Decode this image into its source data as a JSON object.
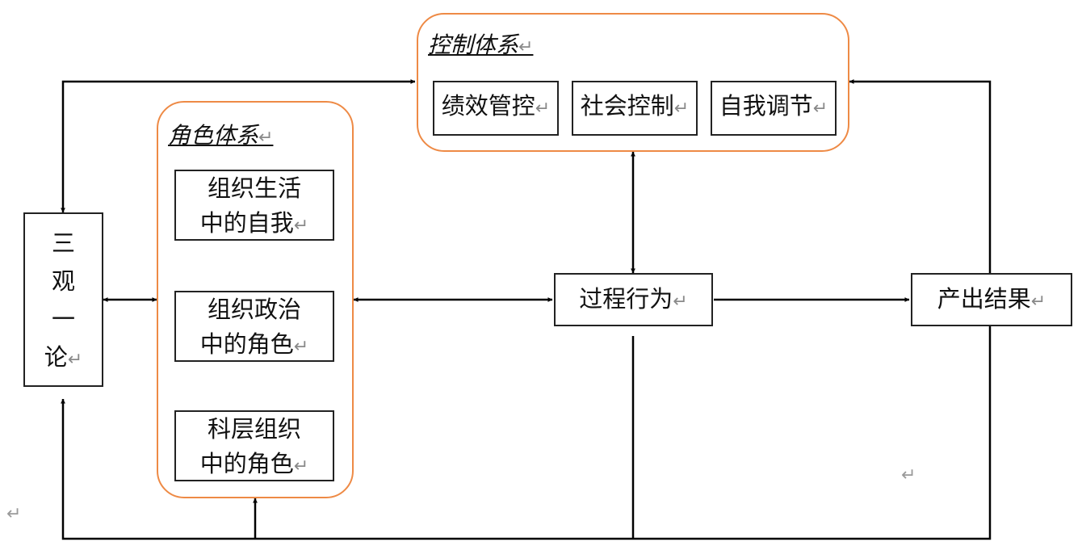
{
  "return_mark": "↵",
  "control_system": {
    "title": "控制体系",
    "items": [
      "绩效管控",
      "社会控制",
      "自我调节"
    ]
  },
  "role_system": {
    "title": "角色体系",
    "items": [
      {
        "line1": "组织生活",
        "line2": "中的自我"
      },
      {
        "line1": "组织政治",
        "line2": "中的角色"
      },
      {
        "line1": "科层组织",
        "line2": "中的角色"
      }
    ]
  },
  "worldview": {
    "chars": [
      "三",
      "观",
      "一",
      "论"
    ]
  },
  "process": {
    "label": "过程行为"
  },
  "output": {
    "label": "产出结果"
  }
}
